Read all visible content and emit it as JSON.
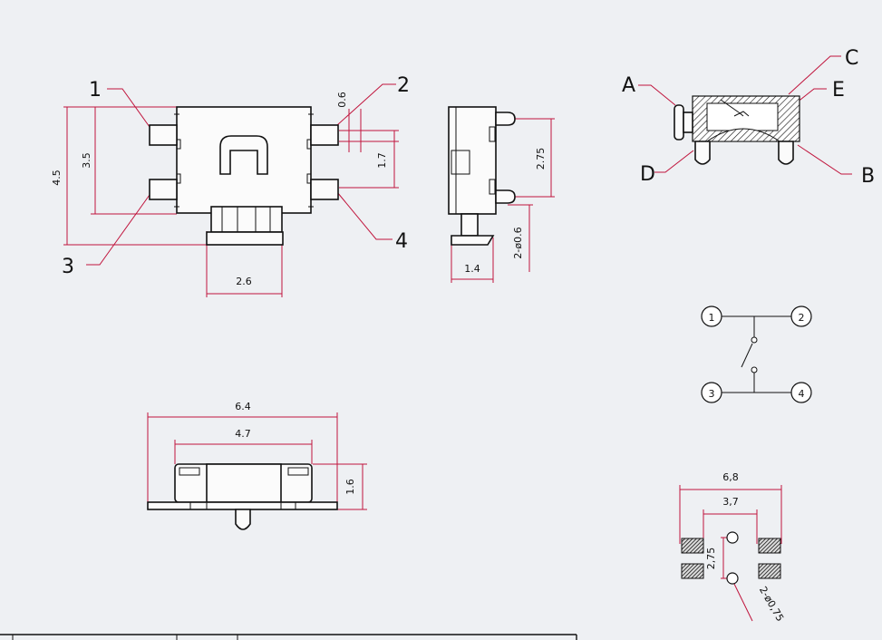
{
  "top_view": {
    "pins": [
      "1",
      "2",
      "3",
      "4"
    ],
    "dims": {
      "h_total": "4.5",
      "h_body": "3.5",
      "pin_w": "0.6",
      "pin_pitch": "1.7",
      "actuator_w": "2.6"
    }
  },
  "side_view": {
    "dims": {
      "pin_pitch": "2.75",
      "peg": "2-ø0.6",
      "actuator_w": "1.4"
    }
  },
  "section_view": {
    "labels": [
      "A",
      "B",
      "C",
      "D",
      "E"
    ]
  },
  "front_view": {
    "dims": {
      "w_total": "6.4",
      "w_body": "4.7",
      "h": "1.6"
    }
  },
  "schematic": {
    "terminals": [
      "1",
      "2",
      "3",
      "4"
    ]
  },
  "footprint": {
    "dims": {
      "w_outer": "6,8",
      "w_inner": "3,7",
      "pitch": "2,75",
      "holes": "2-ø0,75"
    }
  }
}
